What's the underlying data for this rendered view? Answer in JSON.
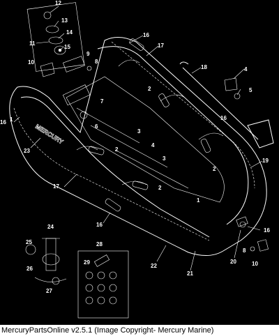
{
  "footer": {
    "caption": "MercuryPartsOnline v2.5.1 (Image Copyright- Mercury Marine)"
  },
  "diagram": {
    "brand_text": "MERCURY",
    "callouts": [
      "12",
      "13",
      "14",
      "11",
      "15",
      "16",
      "17",
      "9",
      "8",
      "10",
      "18",
      "4",
      "5",
      "2",
      "7",
      "6",
      "3",
      "16",
      "1",
      "23",
      "16",
      "2",
      "4",
      "3",
      "2",
      "19",
      "17",
      "2",
      "1",
      "16",
      "16",
      "24",
      "25",
      "26",
      "27",
      "28",
      "29",
      "22",
      "21",
      "20",
      "8",
      "10"
    ]
  },
  "colors": {
    "background": "#000000",
    "line": "#ffffff",
    "footer_background": "#ffffff",
    "footer_text": "#000000"
  }
}
